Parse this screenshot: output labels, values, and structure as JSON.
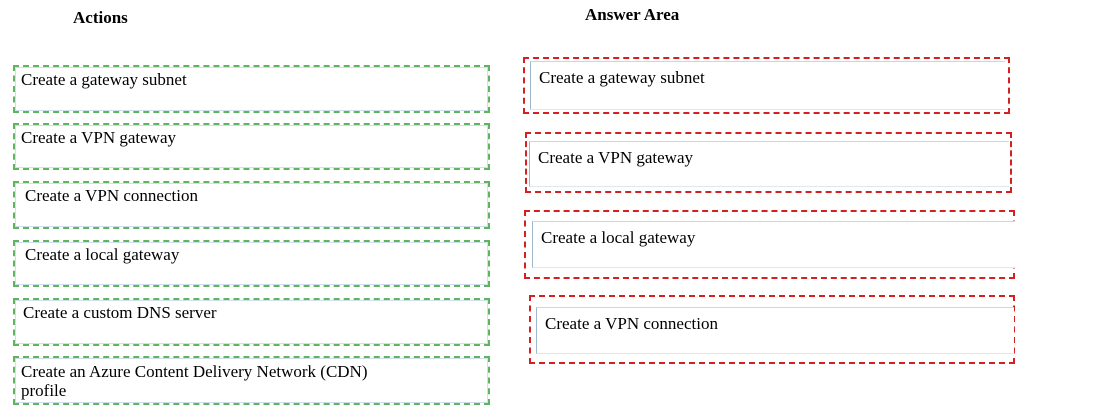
{
  "actions_panel": {
    "title": "Actions",
    "items": [
      {
        "label": "Create a gateway subnet"
      },
      {
        "label": "Create a VPN gateway"
      },
      {
        "label": "Create a VPN connection"
      },
      {
        "label": "Create a local gateway"
      },
      {
        "label": "Create a custom  DNS server"
      },
      {
        "label": "Create an Azure Content Delivery Network (CDN)\nprofile"
      }
    ]
  },
  "answer_area": {
    "title": "Answer Area",
    "slots": [
      {
        "label": "Create a gateway subnet"
      },
      {
        "label": "Create a VPN gateway"
      },
      {
        "label": "Create a local gateway"
      },
      {
        "label": "Create a VPN connection"
      }
    ]
  },
  "colors": {
    "action_border": "#5fb55f",
    "answer_border": "#d42020"
  }
}
